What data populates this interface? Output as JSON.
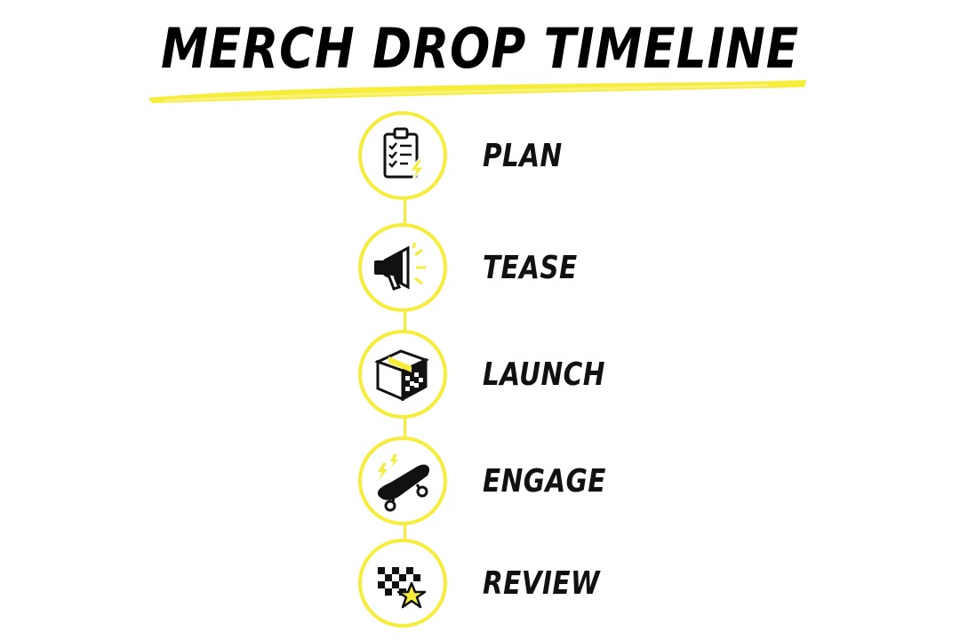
{
  "title": "MERCH DROP TIMELINE",
  "colors": {
    "accent": "#f6ed3a",
    "ink": "#111111",
    "background": "#ffffff"
  },
  "steps": [
    {
      "label": "PLAN",
      "icon": "clipboard-checklist-lightning-icon"
    },
    {
      "label": "TEASE",
      "icon": "megaphone-icon"
    },
    {
      "label": "LAUNCH",
      "icon": "box-checkered-icon"
    },
    {
      "label": "ENGAGE",
      "icon": "skateboard-lightning-icon"
    },
    {
      "label": "REVIEW",
      "icon": "checkered-flag-star-icon"
    }
  ]
}
